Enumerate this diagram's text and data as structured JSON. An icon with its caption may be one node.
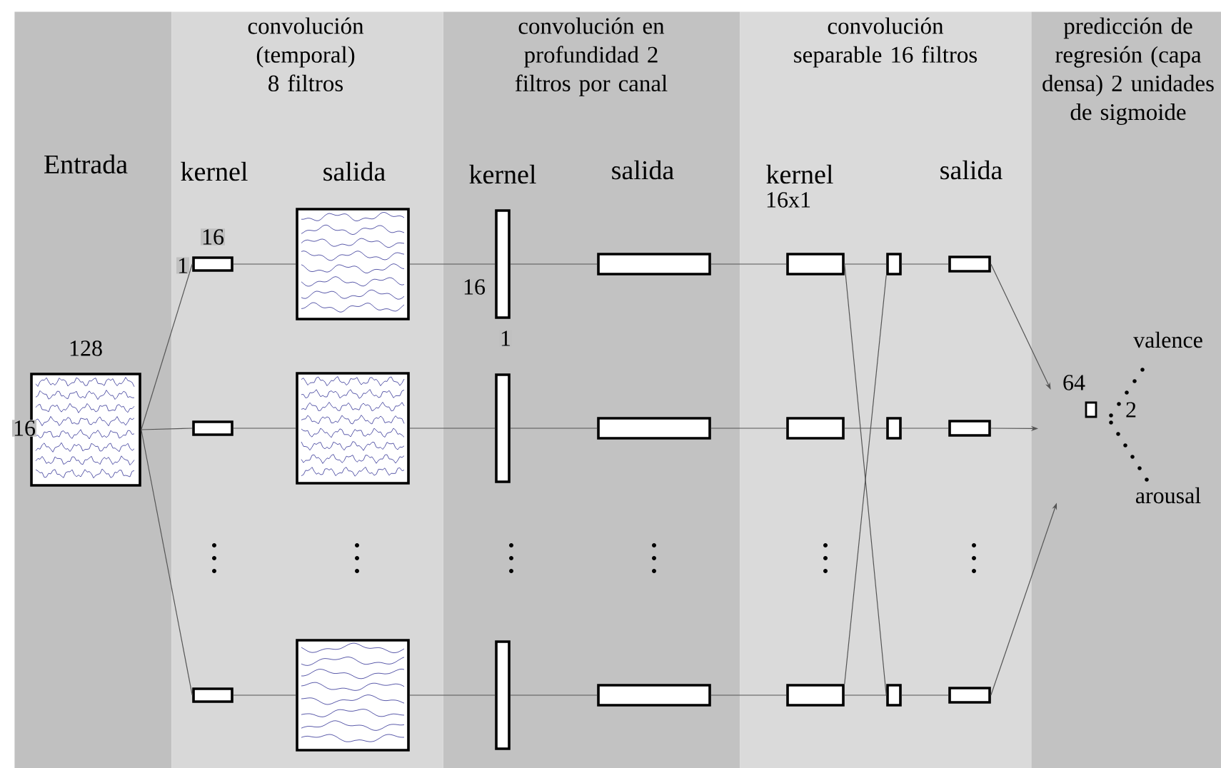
{
  "diagram": {
    "nodes": [
      {
        "text": [
          "Entrada"
        ]
      },
      {
        "text": [
          "convolución (temporal) 8 filtros"
        ]
      },
      {
        "text": [
          "convolución en profundidad 2 filtros por canal"
        ]
      },
      {
        "text": [
          "convolución separable 16 filtros"
        ]
      },
      {
        "text": [
          "predicción de regresión (capa densa) 2 unidades de sigmoide"
        ]
      },
      {
        "text": [],
        "shape": "picture",
        "in": 0,
        "beside": [
          "128",
          "16"
        ]
      },
      {
        "text": [],
        "shape": "box",
        "in": 1,
        "beside": [
          "16",
          "1"
        ]
      },
      {
        "text": [],
        "shape": "picture",
        "in": 1
      },
      {
        "text": [],
        "shape": "box",
        "in": 2,
        "beside": [
          "16",
          "1"
        ]
      },
      {
        "text": [],
        "shape": "box",
        "in": 2
      },
      {
        "text": [],
        "shape": "box",
        "in": 3
      },
      {
        "text": [],
        "shape": "box",
        "in": 3
      },
      {
        "text": [],
        "shape": "box",
        "in": 3
      },
      {
        "text": [],
        "shape": "box",
        "in": 1
      },
      {
        "text": [],
        "shape": "picture",
        "in": 1
      },
      {
        "text": [],
        "shape": "box",
        "in": 2
      },
      {
        "text": [],
        "shape": "box",
        "in": 2
      },
      {
        "text": [],
        "shape": "box",
        "in": 3
      },
      {
        "text": [],
        "shape": "box",
        "in": 3
      },
      {
        "text": [],
        "shape": "box",
        "in": 3
      },
      {
        "text": [],
        "shape": "box",
        "in": 1
      },
      {
        "text": [],
        "shape": "picture",
        "in": 1
      },
      {
        "text": [],
        "shape": "box",
        "in": 2
      },
      {
        "text": [],
        "shape": "box",
        "in": 2
      },
      {
        "text": [],
        "shape": "box",
        "in": 3
      },
      {
        "text": [],
        "shape": "box",
        "in": 3
      },
      {
        "text": [],
        "shape": "box",
        "in": 3
      },
      {
        "text": [],
        "shape": "box",
        "in": 4,
        "beside": [
          "64"
        ]
      }
    ],
    "edges": [
      {
        "from": 5,
        "to": 6,
        "arrow": "none"
      },
      {
        "from": 6,
        "to": 7,
        "arrow": "none"
      },
      {
        "from": 7,
        "to": 8,
        "arrow": "none"
      },
      {
        "from": 8,
        "to": 9,
        "arrow": "none"
      },
      {
        "from": 9,
        "to": 10,
        "arrow": "none"
      },
      {
        "from": 10,
        "to": 11,
        "arrow": "none"
      },
      {
        "from": 11,
        "to": 12,
        "arrow": "none"
      },
      {
        "from": 5,
        "to": 13,
        "arrow": "none"
      },
      {
        "from": 13,
        "to": 14,
        "arrow": "none"
      },
      {
        "from": 14,
        "to": 15,
        "arrow": "none"
      },
      {
        "from": 15,
        "to": 16,
        "arrow": "none"
      },
      {
        "from": 16,
        "to": 17,
        "arrow": "none"
      },
      {
        "from": 17,
        "to": 18,
        "arrow": "none"
      },
      {
        "from": 18,
        "to": 19,
        "arrow": "none"
      },
      {
        "from": 5,
        "to": 20,
        "arrow": "none"
      },
      {
        "from": 20,
        "to": 21,
        "arrow": "none"
      },
      {
        "from": 21,
        "to": 22,
        "arrow": "none"
      },
      {
        "from": 22,
        "to": 23,
        "arrow": "none"
      },
      {
        "from": 23,
        "to": 24,
        "arrow": "none"
      },
      {
        "from": 24,
        "to": 25,
        "arrow": "none"
      },
      {
        "from": 25,
        "to": 26,
        "arrow": "none"
      },
      {
        "from": 10,
        "to": 25,
        "arrow": "none"
      },
      {
        "from": 24,
        "to": 11,
        "arrow": "none"
      },
      {
        "from": 12,
        "to": 27,
        "arrow": "to"
      },
      {
        "from": 19,
        "to": 4,
        "arrow": "to"
      },
      {
        "from": 26,
        "to": 4,
        "arrow": "to"
      }
    ],
    "labels": [
      "kernel",
      "salida",
      "kernel",
      "salida",
      "kernel",
      "16x1",
      "salida",
      "valence",
      "2",
      "arousal"
    ]
  }
}
